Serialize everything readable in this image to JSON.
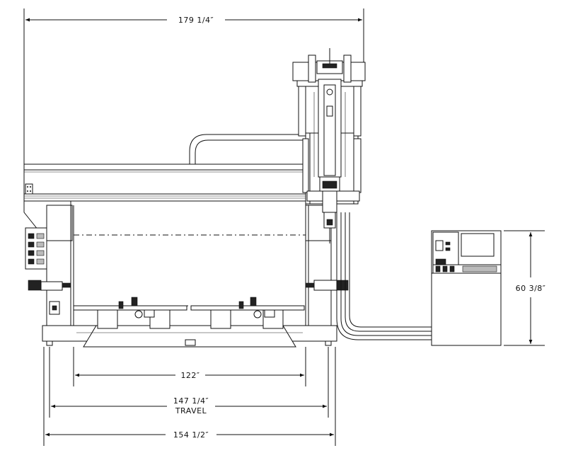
{
  "dimensions": {
    "overall_width": "179 1/4″",
    "height": "60 3/8″",
    "inner_width": "122″",
    "travel_width": "147 1/4″",
    "travel_label": "TRAVEL",
    "base_width": "154 1/2″"
  }
}
